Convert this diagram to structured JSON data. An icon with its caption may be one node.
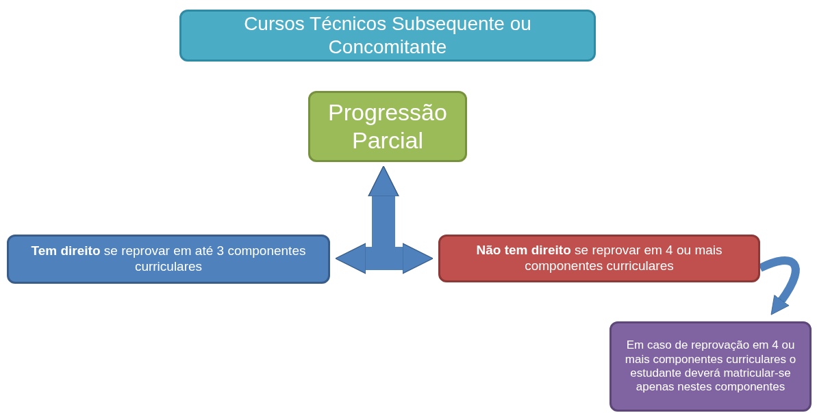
{
  "diagram": {
    "nodes": [
      {
        "text": [
          "Cursos Técnicos Subsequente ou Concomitante"
        ]
      },
      {
        "text": [
          "Progressão Parcial"
        ]
      },
      {
        "text": [
          "**Tem direito** se reprovar em até 3 componentes curriculares"
        ]
      },
      {
        "text": [
          "**Não tem direito** se reprovar em 4 ou mais componentes curriculares"
        ]
      },
      {
        "text": [
          "Em caso de reprovação em 4 ou mais componentes curriculares o estudante deverá matricular-se apenas nestes componentes"
        ]
      }
    ],
    "edges": [
      {
        "from": 1,
        "to": 2,
        "arrow": "both"
      },
      {
        "from": 1,
        "to": 3,
        "arrow": "both"
      },
      {
        "from": 3,
        "to": 4,
        "arrow": "to"
      }
    ]
  }
}
